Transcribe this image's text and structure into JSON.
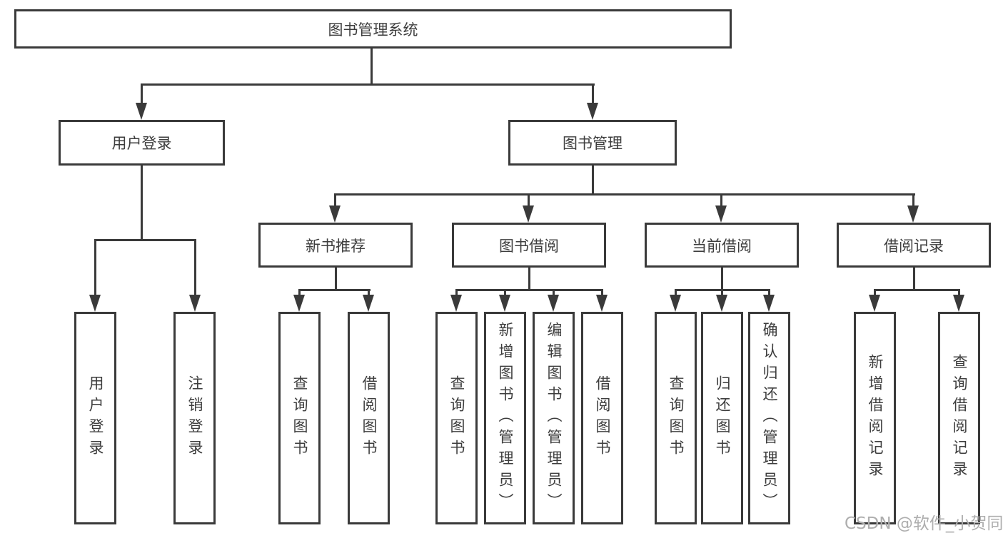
{
  "diagram": {
    "root": {
      "label": "图书管理系统"
    },
    "level2": [
      {
        "label": "用户登录"
      },
      {
        "label": "图书管理"
      }
    ],
    "level3": [
      {
        "label": "新书推荐"
      },
      {
        "label": "图书借阅"
      },
      {
        "label": "当前借阅"
      },
      {
        "label": "借阅记录"
      }
    ],
    "leaves": {
      "user_login": [
        "用户登录",
        "注销登录"
      ],
      "new_books": [
        "查询图书",
        "借阅图书"
      ],
      "book_borrow": [
        "查询图书",
        "新增图书（管理员）",
        "编辑图书（管理员）",
        "借阅图书"
      ],
      "current_borrow": [
        "查询图书",
        "归还图书",
        "确认归还（管理员）"
      ],
      "borrow_records": [
        "新增借阅记录",
        "查询借阅记录"
      ]
    }
  },
  "watermark": {
    "text": "CSDN @软件_小贺同学"
  },
  "colors": {
    "line": "#3a3a3a",
    "text": "#3d3d3d",
    "watermark": "#aeaeae",
    "background": "#ffffff"
  }
}
